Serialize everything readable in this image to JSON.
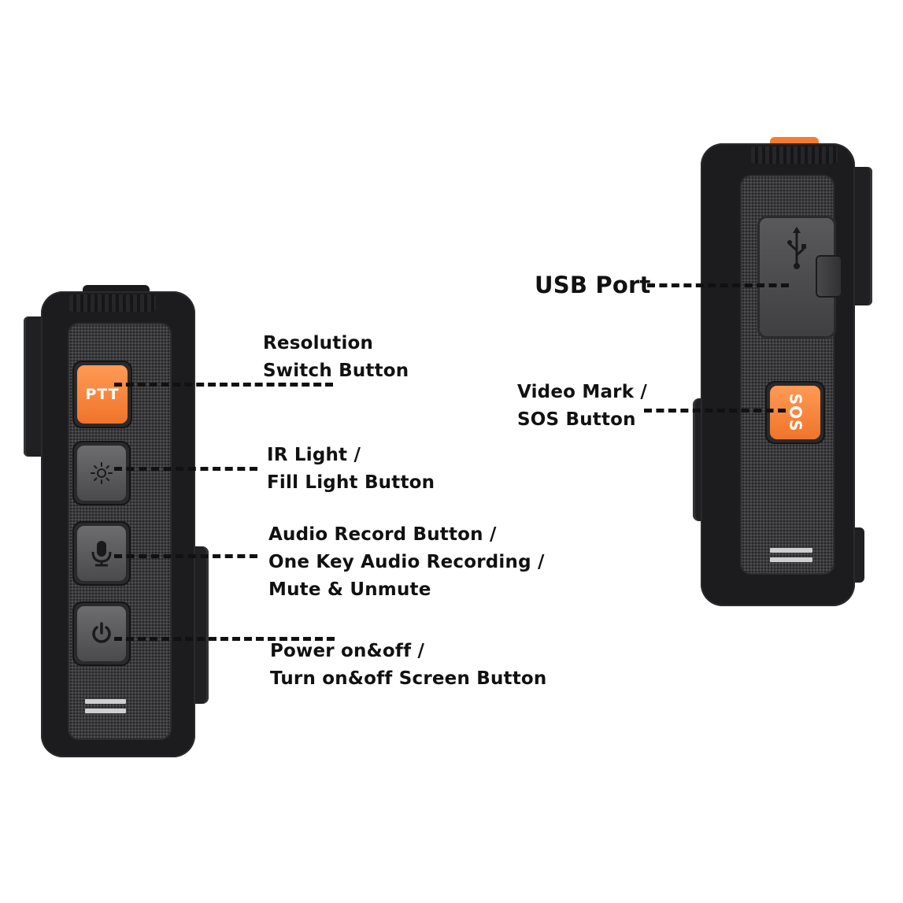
{
  "colors": {
    "accent": "#f47c30",
    "body": "#1c1c1e",
    "panel": "#3b3b3d",
    "text": "#111111"
  },
  "left_device": {
    "buttons": [
      {
        "icon": "ptt-text",
        "text": "PTT"
      },
      {
        "icon": "sun-icon"
      },
      {
        "icon": "microphone-icon"
      },
      {
        "icon": "power-icon"
      }
    ]
  },
  "right_device": {
    "sos_text": "SOS",
    "usb_icon": "usb-icon"
  },
  "labels": {
    "resolution": {
      "line1": "Resolution",
      "line2": "Switch Button"
    },
    "ir_light": {
      "line1": "IR Light /",
      "line2": "Fill Light Button"
    },
    "audio": {
      "line1": "Audio Record Button /",
      "line2": "One Key Audio Recording /",
      "line3": "Mute & Unmute"
    },
    "power": {
      "line1": "Power on&off /",
      "line2": "Turn on&off Screen Button"
    },
    "usb": {
      "line1": "USB Port"
    },
    "sos": {
      "line1": "Video Mark /",
      "line2": "SOS Button"
    }
  }
}
